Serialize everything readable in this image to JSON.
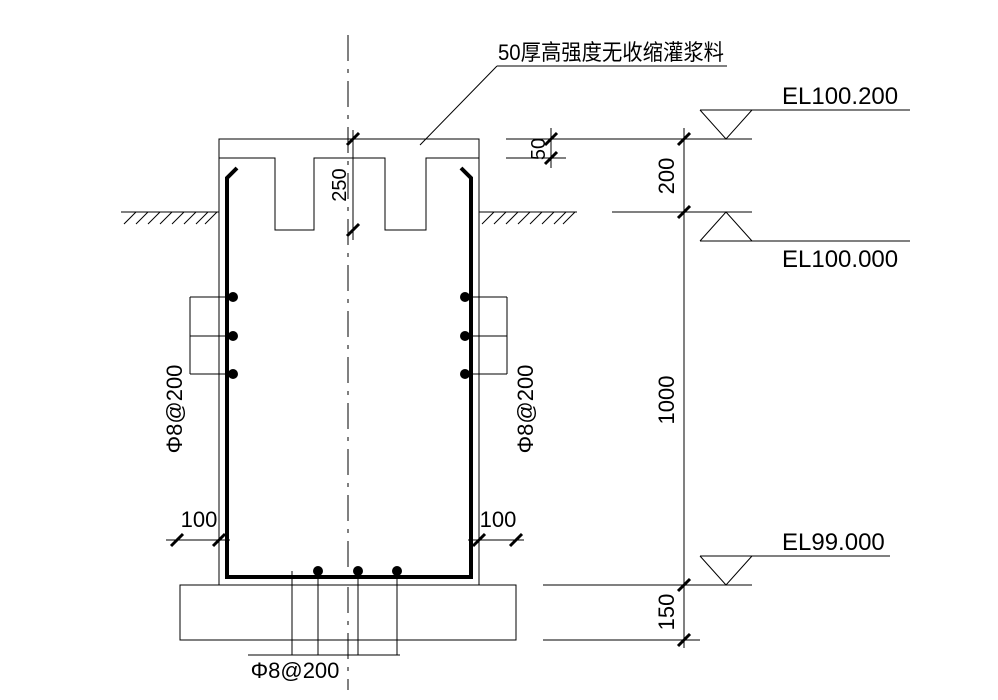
{
  "grout_note": "50厚高强度无收缩灌浆料",
  "elevations": {
    "top": "EL100.200",
    "ground": "EL100.000",
    "bottom": "EL99.000"
  },
  "dimensions": {
    "grout_thickness": "50",
    "pocket_depth": "250",
    "grout_to_ground": "200",
    "pit_depth": "1000",
    "base_thickness": "150",
    "wall_left": "100",
    "wall_right": "100"
  },
  "rebar": {
    "left_wall": "Φ8@200",
    "right_wall": "Φ8@200",
    "bottom_slab": "Φ8@200"
  }
}
